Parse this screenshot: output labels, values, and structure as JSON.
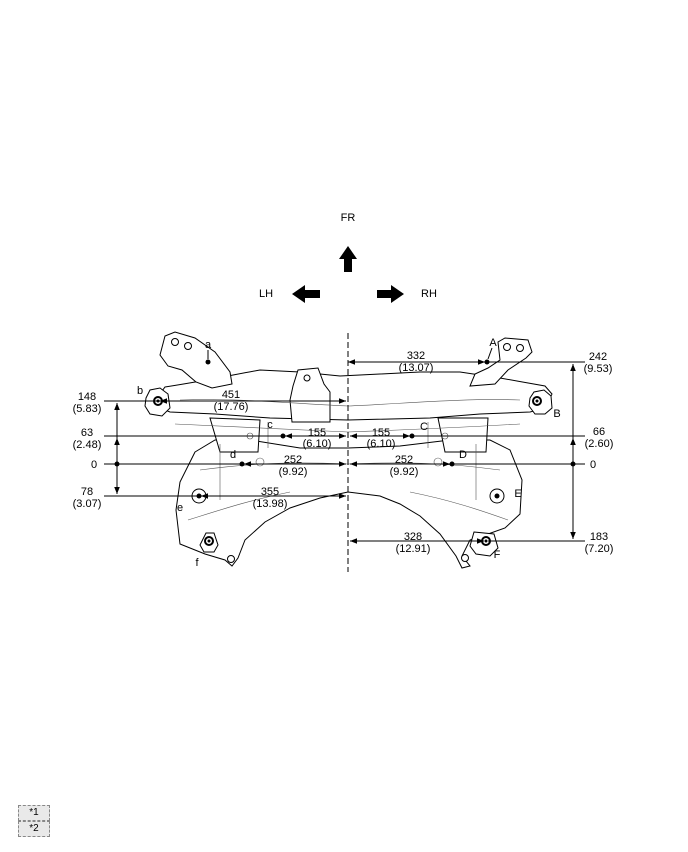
{
  "directions": {
    "front": "FR",
    "left": "LH",
    "right": "RH"
  },
  "points": {
    "A": "A",
    "B": "B",
    "C": "C",
    "D": "D",
    "E": "E",
    "F": "F",
    "a": "a",
    "b": "b",
    "c": "c",
    "d": "d",
    "e": "e",
    "f": "f"
  },
  "dimensions": {
    "d_332": {
      "mm": "332",
      "in": "(13.07)"
    },
    "d_242": {
      "mm": "242",
      "in": "(9.53)"
    },
    "d_148": {
      "mm": "148",
      "in": "(5.83)"
    },
    "d_451": {
      "mm": "451",
      "in": "(17.76)"
    },
    "d_63": {
      "mm": "63",
      "in": "(2.48)"
    },
    "d_155l": {
      "mm": "155",
      "in": "(6.10)"
    },
    "d_155r": {
      "mm": "155",
      "in": "(6.10)"
    },
    "d_66": {
      "mm": "66",
      "in": "(2.60)"
    },
    "zero_l": "0",
    "zero_r": "0",
    "d_252l": {
      "mm": "252",
      "in": "(9.92)"
    },
    "d_252r": {
      "mm": "252",
      "in": "(9.92)"
    },
    "d_78": {
      "mm": "78",
      "in": "(3.07)"
    },
    "d_355": {
      "mm": "355",
      "in": "(13.98)"
    },
    "d_328": {
      "mm": "328",
      "in": "(12.91)"
    },
    "d_183": {
      "mm": "183",
      "in": "(7.20)"
    }
  },
  "legend": {
    "item1": "*1",
    "item2": "*2"
  }
}
